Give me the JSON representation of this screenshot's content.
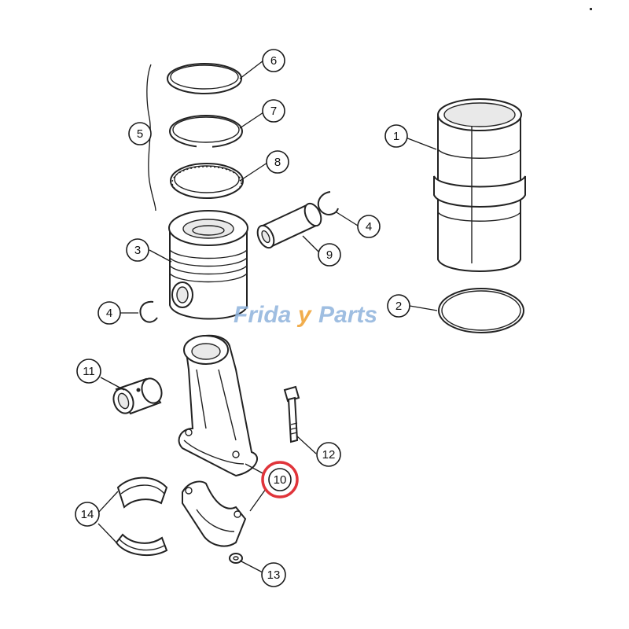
{
  "watermark": {
    "part1": "Frida",
    "part2": "y",
    "part3": "Parts"
  },
  "callouts": [
    "1",
    "2",
    "3",
    "4",
    "4",
    "5",
    "6",
    "7",
    "8",
    "9",
    "10",
    "11",
    "12",
    "13",
    "14"
  ],
  "highlight_callout": "10",
  "colors": {
    "highlight": "#e0343a",
    "line": "#1a1a1a",
    "watermark_blue": "#8fb3dc",
    "watermark_orange": "#f0a53a"
  }
}
